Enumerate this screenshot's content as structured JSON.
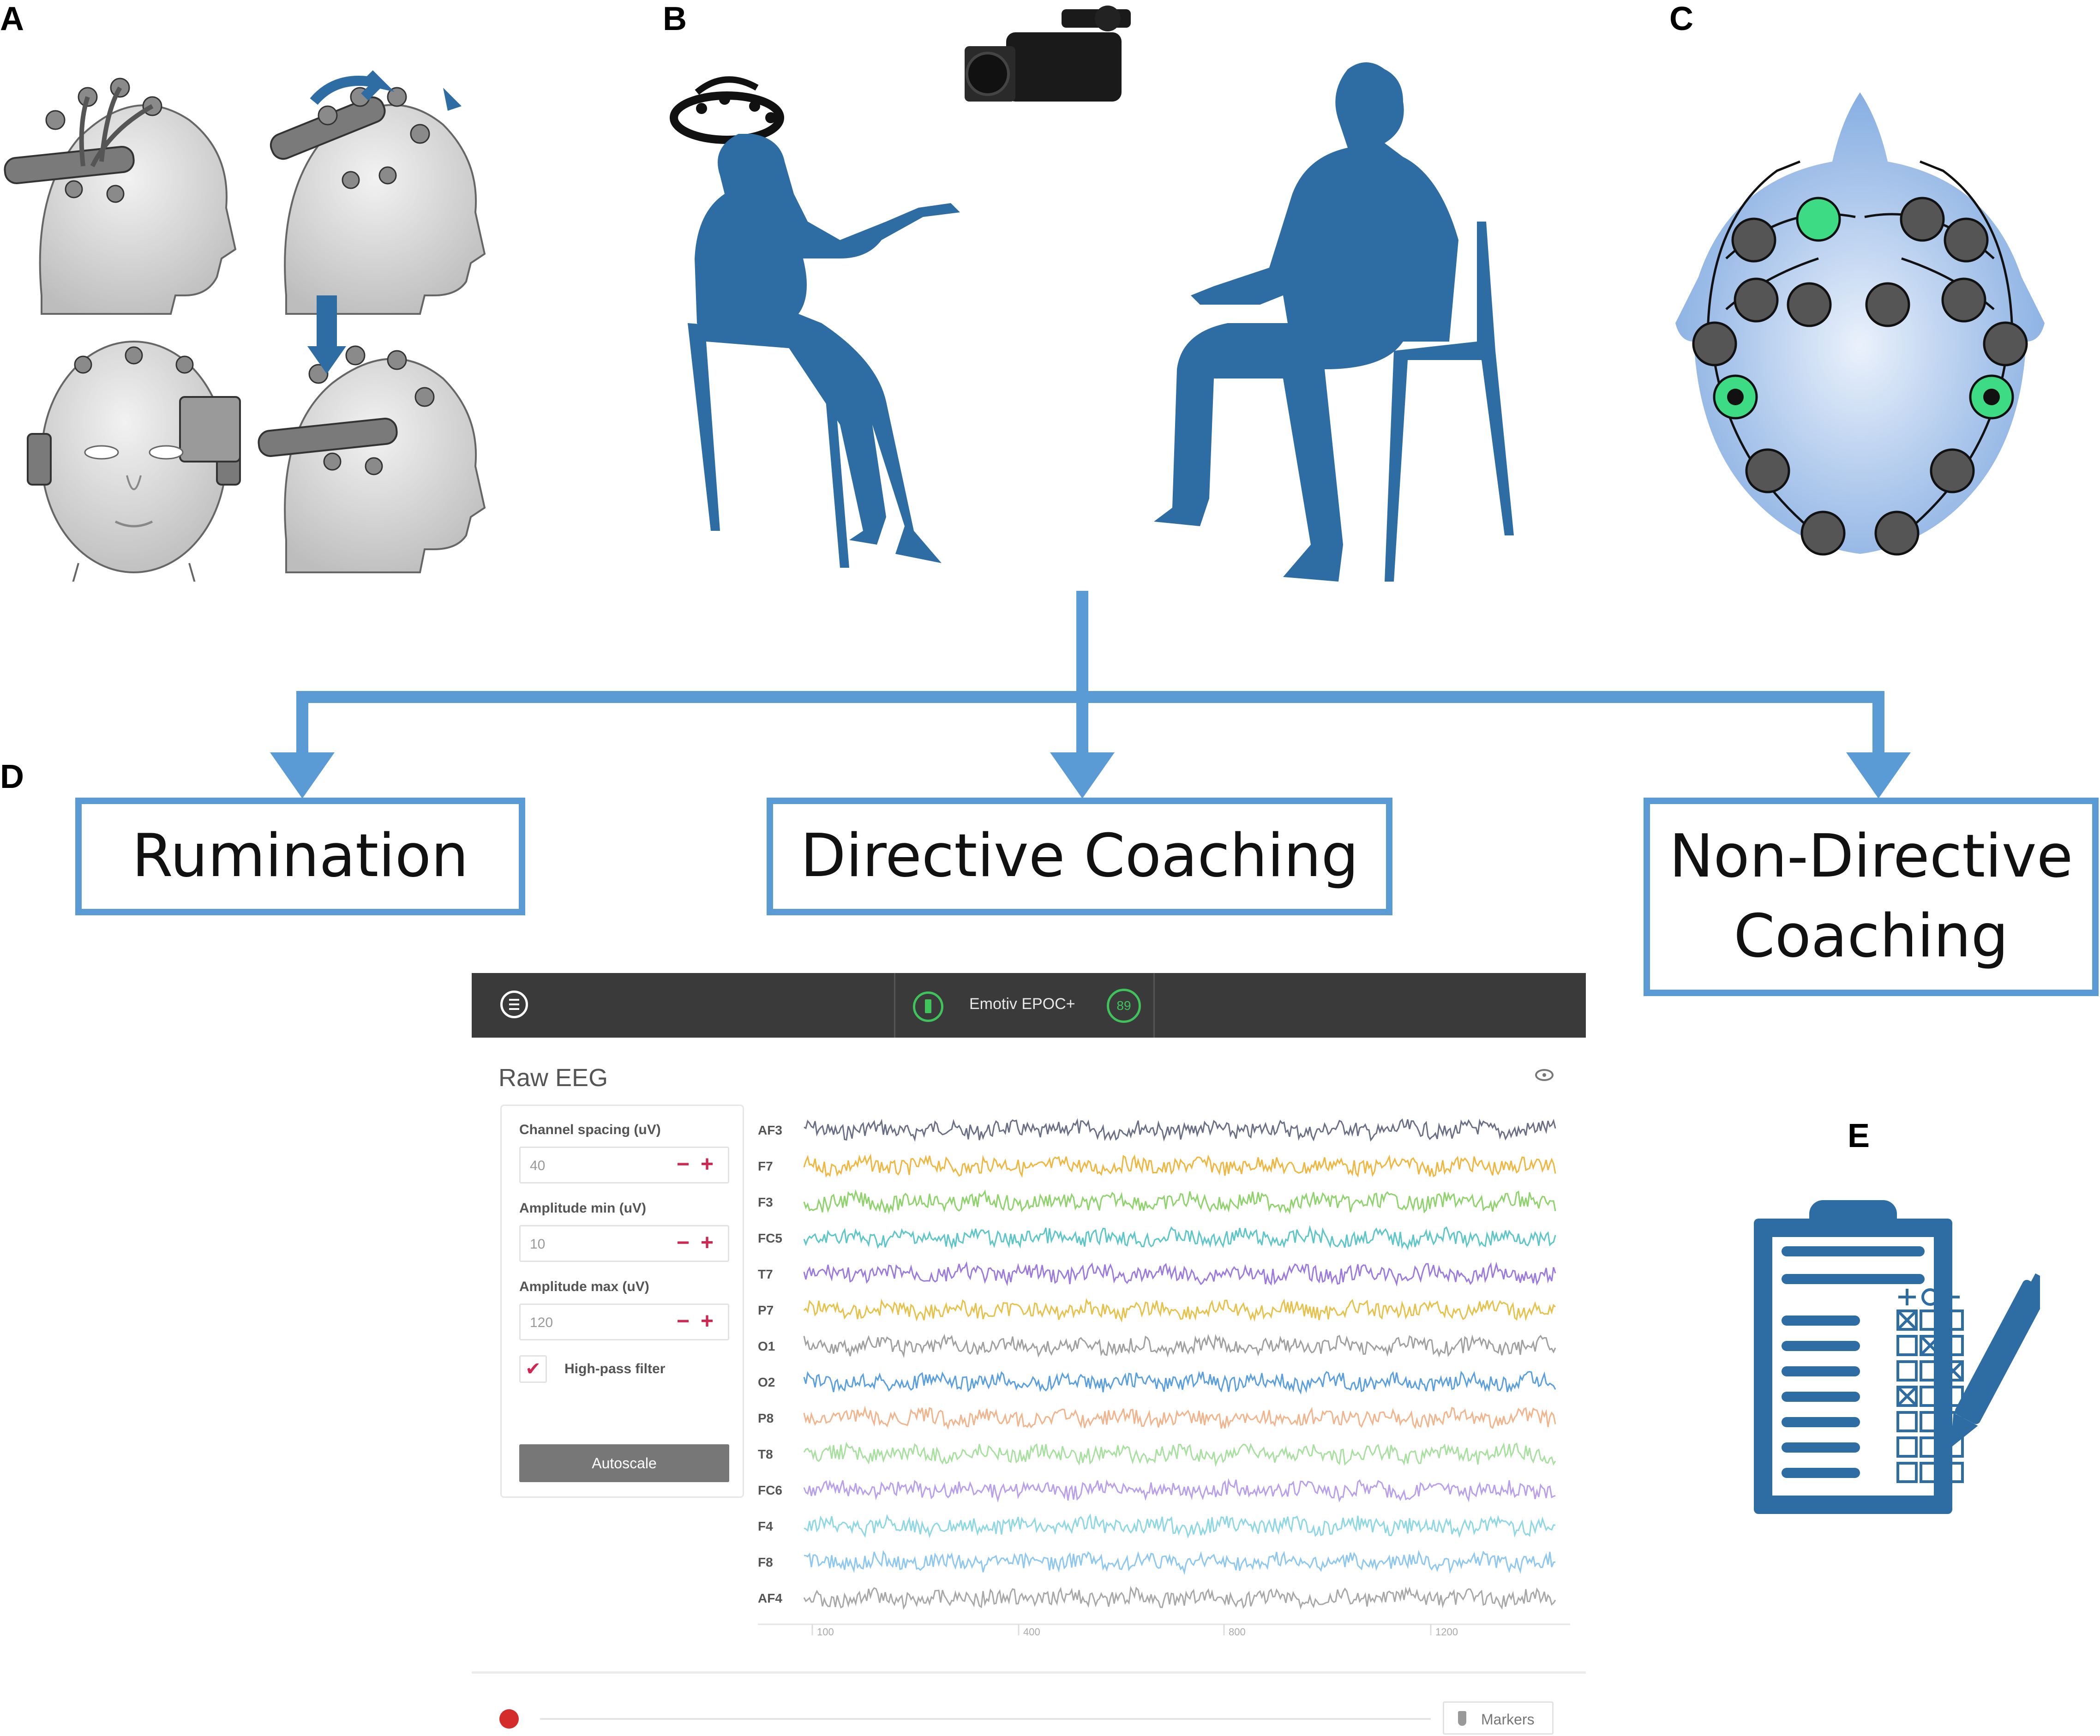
{
  "panels": {
    "a": "A",
    "b": "B",
    "c": "C",
    "d": "D",
    "e": "E"
  },
  "conditions": {
    "rumination": "Rumination",
    "directive": "Directive Coaching",
    "non_directive_line1": "Non-Directive",
    "non_directive_line2": "Coaching"
  },
  "colors": {
    "accent_blue": "#5b9bd5",
    "silhouette_blue": "#2e6da4",
    "electrode_gray": "#555555",
    "electrode_green": "#3ddc84",
    "app_bar": "#3a3a3a",
    "record_red": "#d42b2b",
    "plus_minus_red": "#d1264f"
  },
  "eeg_app": {
    "device_name": "Emotiv EPOC+",
    "signal_value": "89",
    "title": "Raw EEG",
    "settings": {
      "channel_spacing_label": "Channel spacing (uV)",
      "channel_spacing_value": "40",
      "amp_min_label": "Amplitude min (uV)",
      "amp_min_value": "10",
      "amp_max_label": "Amplitude max (uV)",
      "amp_max_value": "120",
      "highpass_label": "High-pass filter",
      "highpass_checked": true,
      "autoscale_label": "Autoscale"
    },
    "channels": [
      {
        "name": "AF3",
        "color": "#6b6f86"
      },
      {
        "name": "F7",
        "color": "#f0b740"
      },
      {
        "name": "F3",
        "color": "#8fd36c"
      },
      {
        "name": "FC5",
        "color": "#5cc6c8"
      },
      {
        "name": "T7",
        "color": "#9b7be0"
      },
      {
        "name": "P7",
        "color": "#e6c24a"
      },
      {
        "name": "O1",
        "color": "#a0a0a0"
      },
      {
        "name": "O2",
        "color": "#5a9fe0"
      },
      {
        "name": "P8",
        "color": "#f2b48c"
      },
      {
        "name": "T8",
        "color": "#a8e0a0"
      },
      {
        "name": "FC6",
        "color": "#b8a0ec"
      },
      {
        "name": "F4",
        "color": "#8ed8e4"
      },
      {
        "name": "F8",
        "color": "#8ec8f0"
      },
      {
        "name": "AF4",
        "color": "#a8a8a8"
      }
    ],
    "x_ticks": [
      "100",
      "400",
      "800",
      "1200"
    ],
    "markers_label": "Markers"
  }
}
